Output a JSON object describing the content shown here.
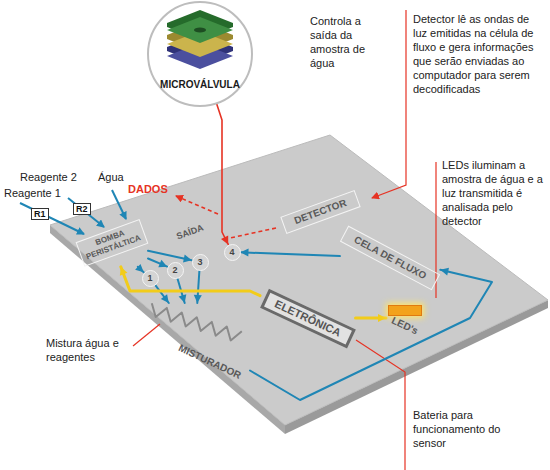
{
  "diagram": {
    "nodes": [
      {
        "text": [
          "MICROVÁLVULA"
        ]
      },
      {
        "text": [
          "BOMBA PERISTÁLTICA"
        ]
      },
      {
        "text": [
          "1"
        ]
      },
      {
        "text": [
          "2"
        ]
      },
      {
        "text": [
          "3"
        ]
      },
      {
        "text": [
          "4"
        ]
      },
      {
        "text": [
          "DETECTOR"
        ]
      },
      {
        "text": [
          "CELA DE FLUXO"
        ]
      },
      {
        "text": [
          "ELETRÔNICA"
        ]
      },
      {
        "text": [
          "MISTURADOR"
        ]
      },
      {
        "text": [
          "LED's"
        ]
      }
    ],
    "edges": [
      {
        "from": 1,
        "to": 2,
        "arrow": "to"
      },
      {
        "from": 1,
        "to": 3,
        "arrow": "to"
      },
      {
        "from": 1,
        "to": 4,
        "arrow": "to"
      },
      {
        "from": 2,
        "to": 9,
        "arrow": "to"
      },
      {
        "from": 3,
        "to": 9,
        "arrow": "to"
      },
      {
        "from": 4,
        "to": 9,
        "arrow": "to"
      },
      {
        "from": 9,
        "to": 7,
        "arrow": "to"
      },
      {
        "from": 7,
        "to": 5,
        "arrow": "to"
      },
      {
        "from": 0,
        "to": 5,
        "arrow": "to"
      },
      {
        "from": 8,
        "to": 1,
        "arrow": "to"
      },
      {
        "from": 8,
        "to": 10,
        "arrow": "to"
      }
    ],
    "labels": [
      "Reagente 2",
      "Água",
      "Reagente 1",
      "R1",
      "R2",
      "DADOS",
      "Controla a saída da amostra de água",
      "Detector lê as ondas de luz emitidas na célula de fluxo e gera informações que serão enviadas ao computador para serem decodificadas",
      "LEDs iluminam a amostra de água e a luz transmitida é analisada pelo detector",
      "SAÍDA",
      "Mistura água e reagentes",
      "Bateria para funcionamento do sensor"
    ]
  }
}
